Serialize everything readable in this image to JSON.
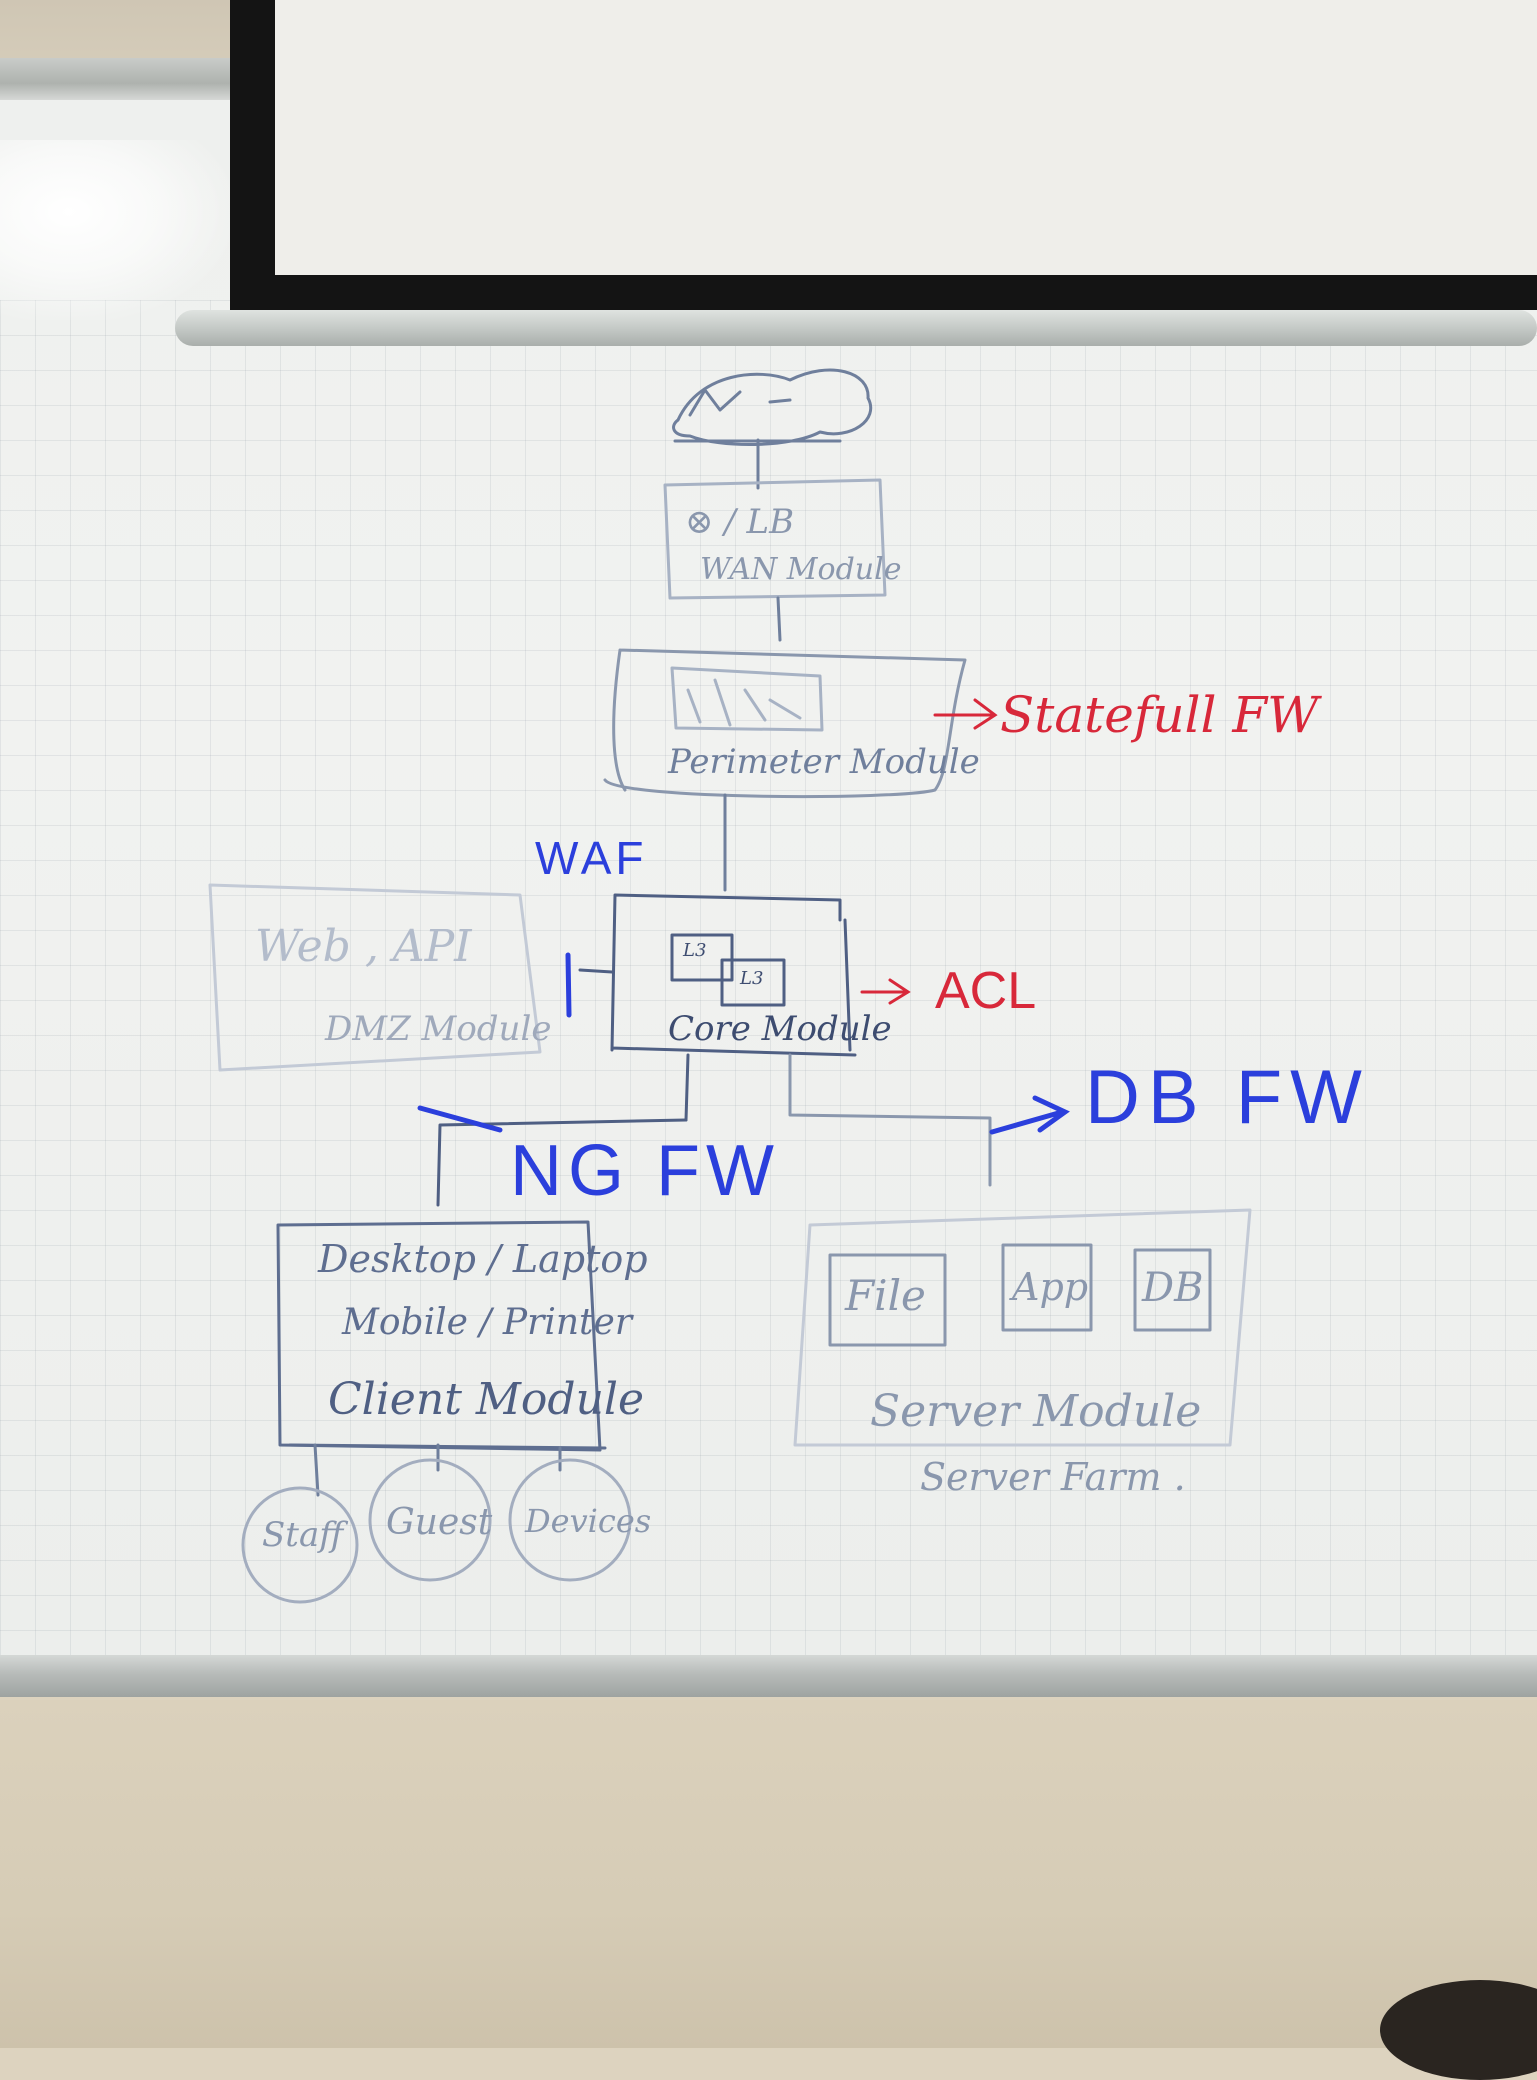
{
  "colors": {
    "marker_grey": "#6f7f9c",
    "marker_blue": "#2b3fdc",
    "marker_red": "#d8283a",
    "board": "#eef0ee",
    "wall": "#ddd3bf",
    "screen_frame": "#141414"
  },
  "diagram": {
    "wan_module": {
      "line1": "⊗ / LB",
      "line2": "WAN Module"
    },
    "perimeter_module": {
      "label": "Perimeter Module"
    },
    "core_module": {
      "label": "Core Module",
      "l3_a": "L3",
      "l3_b": "L3"
    },
    "dmz_module": {
      "line1": "Web , API",
      "line2": "DMZ Module"
    },
    "client_module": {
      "line1": "Desktop / Laptop",
      "line2": "Mobile / Printer",
      "label": "Client Module"
    },
    "server_module": {
      "file": "File",
      "app": "App",
      "db": "DB",
      "label": "Server Module",
      "sublabel": "Server Farm ."
    },
    "client_groups": {
      "staff": "Staff",
      "guest": "Guest",
      "devices": "Devices"
    }
  },
  "annotations": {
    "stateful_fw": "Statefull FW",
    "waf": "WAF",
    "acl": "ACL",
    "ngfw": "NG FW",
    "db_fw": "DB FW"
  }
}
